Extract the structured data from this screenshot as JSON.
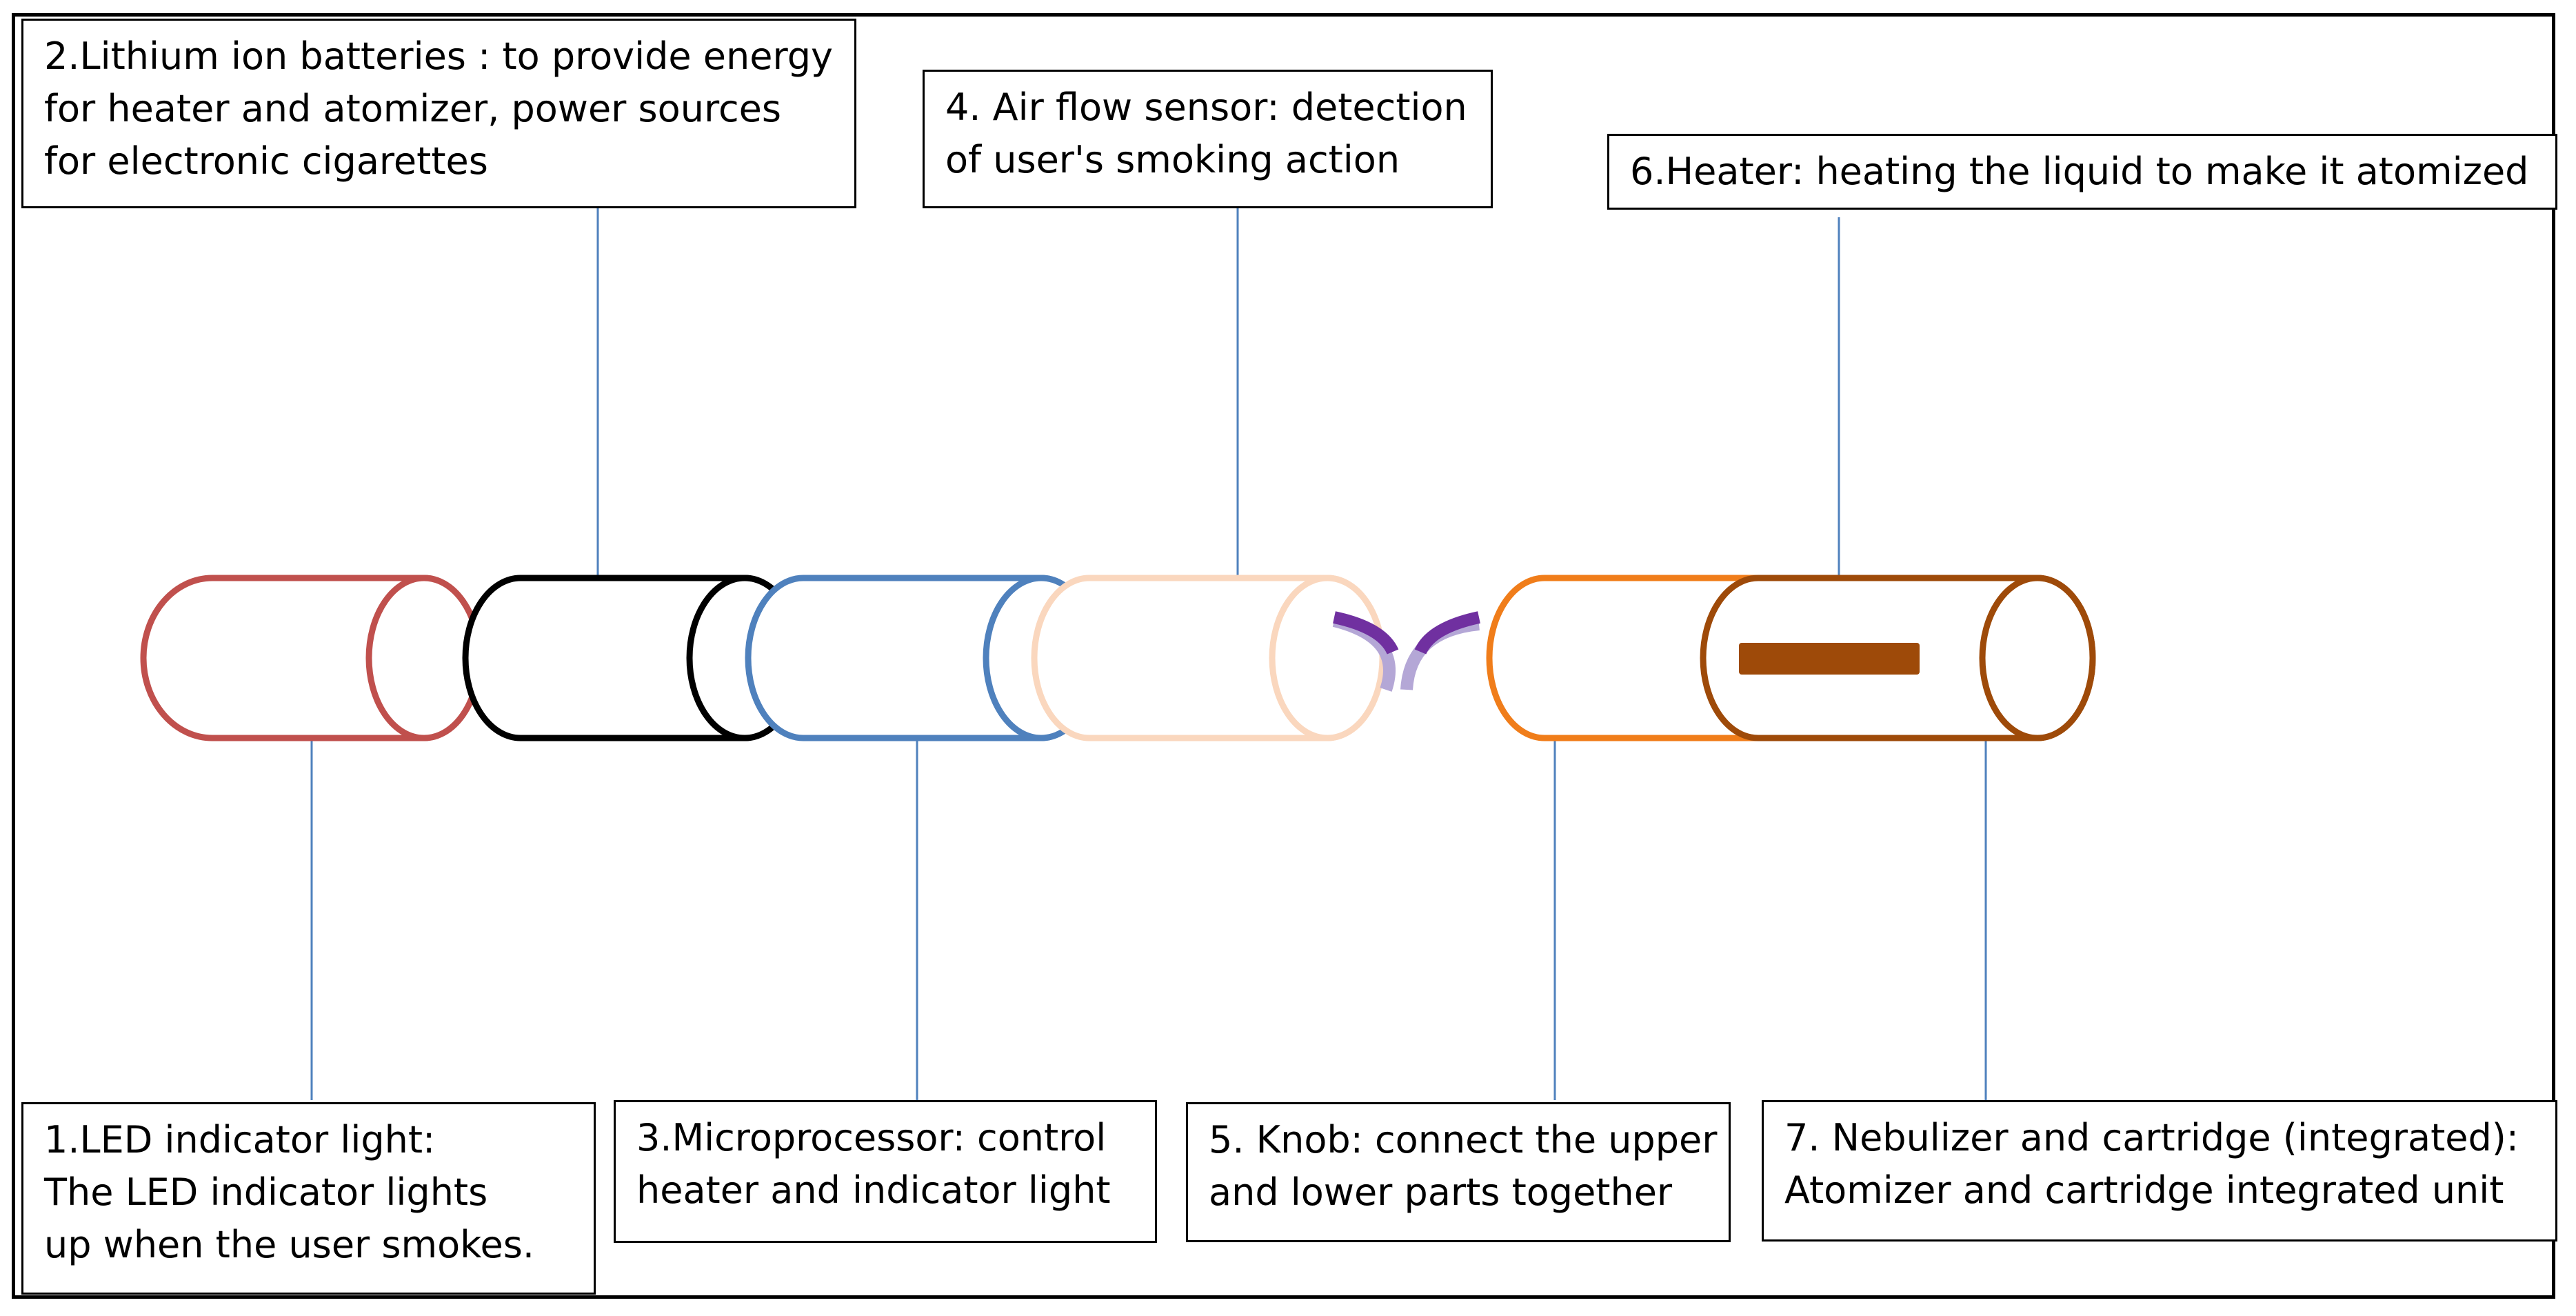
{
  "labels": {
    "led": [
      "1.LED indicator light:",
      "The LED indicator lights",
      "up when the user smokes."
    ],
    "battery": [
      "2.Lithium ion batteries : to  provide energy",
      "for heater and atomizer, power sources",
      "for electronic cigarettes"
    ],
    "microprocessor": [
      "3.Microprocessor: control",
      "heater and indicator light"
    ],
    "airflow": [
      "4. Air flow sensor: detection",
      "of user's smoking action"
    ],
    "knob": [
      "5. Knob: connect the upper",
      "and lower parts together"
    ],
    "heater": [
      "6.Heater: heating the liquid to make it atomized"
    ],
    "nebulizer": [
      "7. Nebulizer and cartridge (integrated):",
      "Atomizer and cartridge integrated unit"
    ]
  },
  "colors": {
    "led": "#C0504D",
    "battery": "#000000",
    "microprocessor": "#4F81BD",
    "airflow": "#FAD7BE",
    "knob_top": "#7030A0",
    "knob_bottom": "#B4A7D6",
    "nebulizer": "#F07D1A",
    "cartridge": "#9E4A09",
    "leader": "#4F81BD"
  }
}
